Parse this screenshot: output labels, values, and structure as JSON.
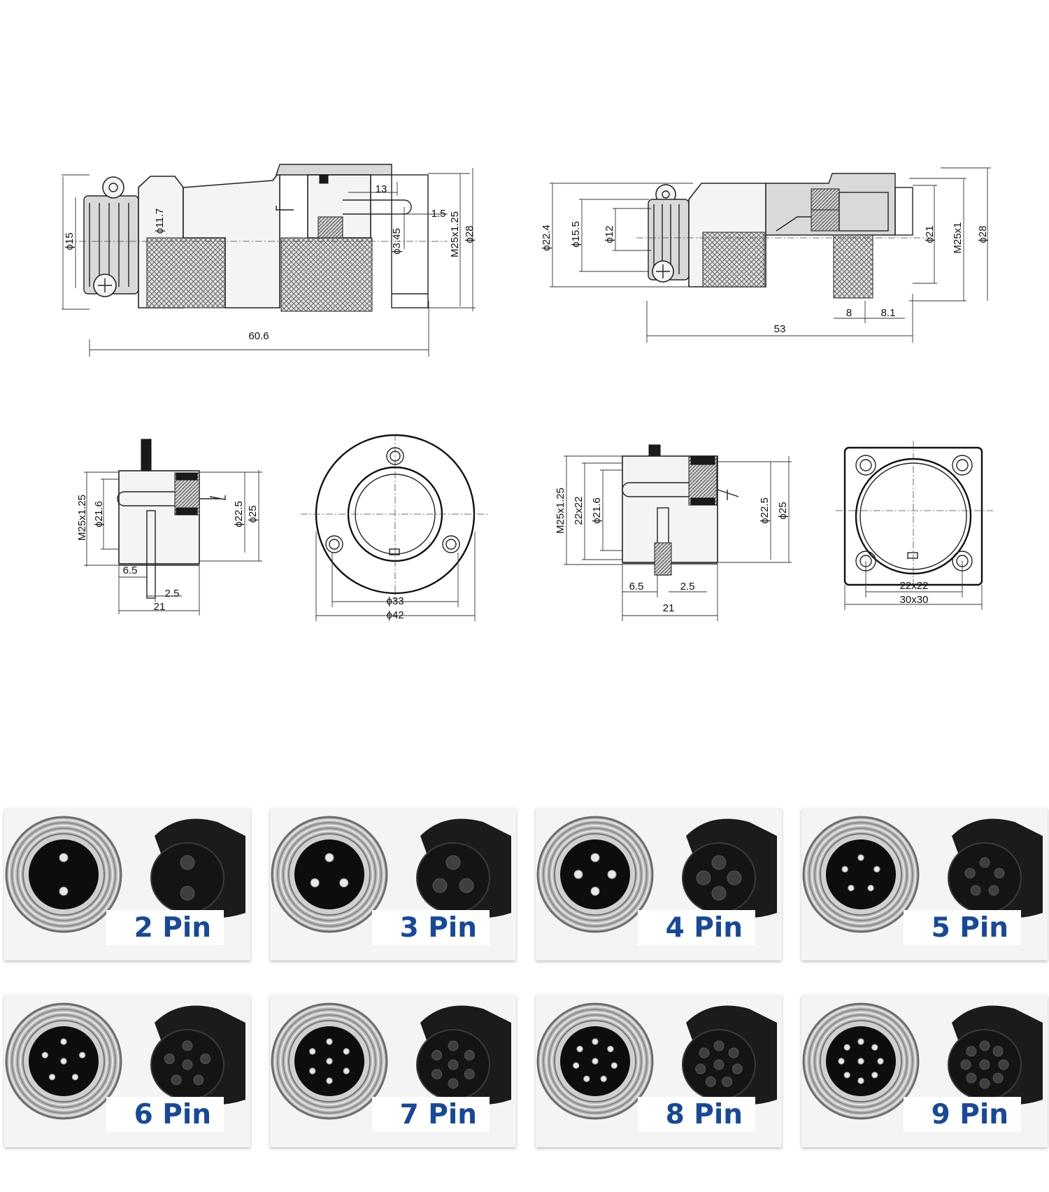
{
  "colors": {
    "pin_label": "#17489a",
    "line": "#222222",
    "panel_bg": "#f2f2f2"
  },
  "drawings": {
    "plug_side_view": {
      "dims": {
        "length": "60.6",
        "nut_len": "13",
        "pin_gap": "1.5",
        "pin_dia": "ϕ3.45",
        "thread": "M25x1.25",
        "outer_dia": "ϕ28",
        "cable_dia": "ϕ15",
        "inner_dia": "ϕ11.7"
      }
    },
    "socket_side_view": {
      "dims": {
        "length": "53",
        "d1": "8",
        "d2": "8.1",
        "outer": "ϕ22.4",
        "mid": "ϕ15.5",
        "small": "ϕ12",
        "face": "ϕ21",
        "thread": "M25x1",
        "outer_dia": "ϕ28"
      }
    },
    "round_flange_side": {
      "dims": {
        "thread": "M25x1.25",
        "body": "ϕ21.6",
        "face1": "ϕ22.5",
        "face2": "ϕ25",
        "pin_off": "6.5",
        "pin_w": "2.5",
        "length": "21"
      }
    },
    "round_flange_front": {
      "dims": {
        "hole_circle": "ϕ33",
        "flange": "ϕ42"
      }
    },
    "square_flange_side": {
      "dims": {
        "thread": "M25x1.25",
        "square": "22x22",
        "body": "ϕ21.6",
        "face1": "ϕ22.5",
        "face2": "ϕ25",
        "pin_off": "6.5",
        "pin_w": "2.5",
        "length": "21"
      }
    },
    "square_flange_front": {
      "dims": {
        "hole_square": "22x22",
        "flange_square": "30x30"
      }
    }
  },
  "pin_variants": [
    {
      "label": "2 Pin",
      "pins": 2
    },
    {
      "label": "3 Pin",
      "pins": 3
    },
    {
      "label": "4 Pin",
      "pins": 4
    },
    {
      "label": "5 Pin",
      "pins": 5
    },
    {
      "label": "6 Pin",
      "pins": 6
    },
    {
      "label": "7 Pin",
      "pins": 7
    },
    {
      "label": "8 Pin",
      "pins": 8
    },
    {
      "label": "9 Pin",
      "pins": 9
    }
  ]
}
